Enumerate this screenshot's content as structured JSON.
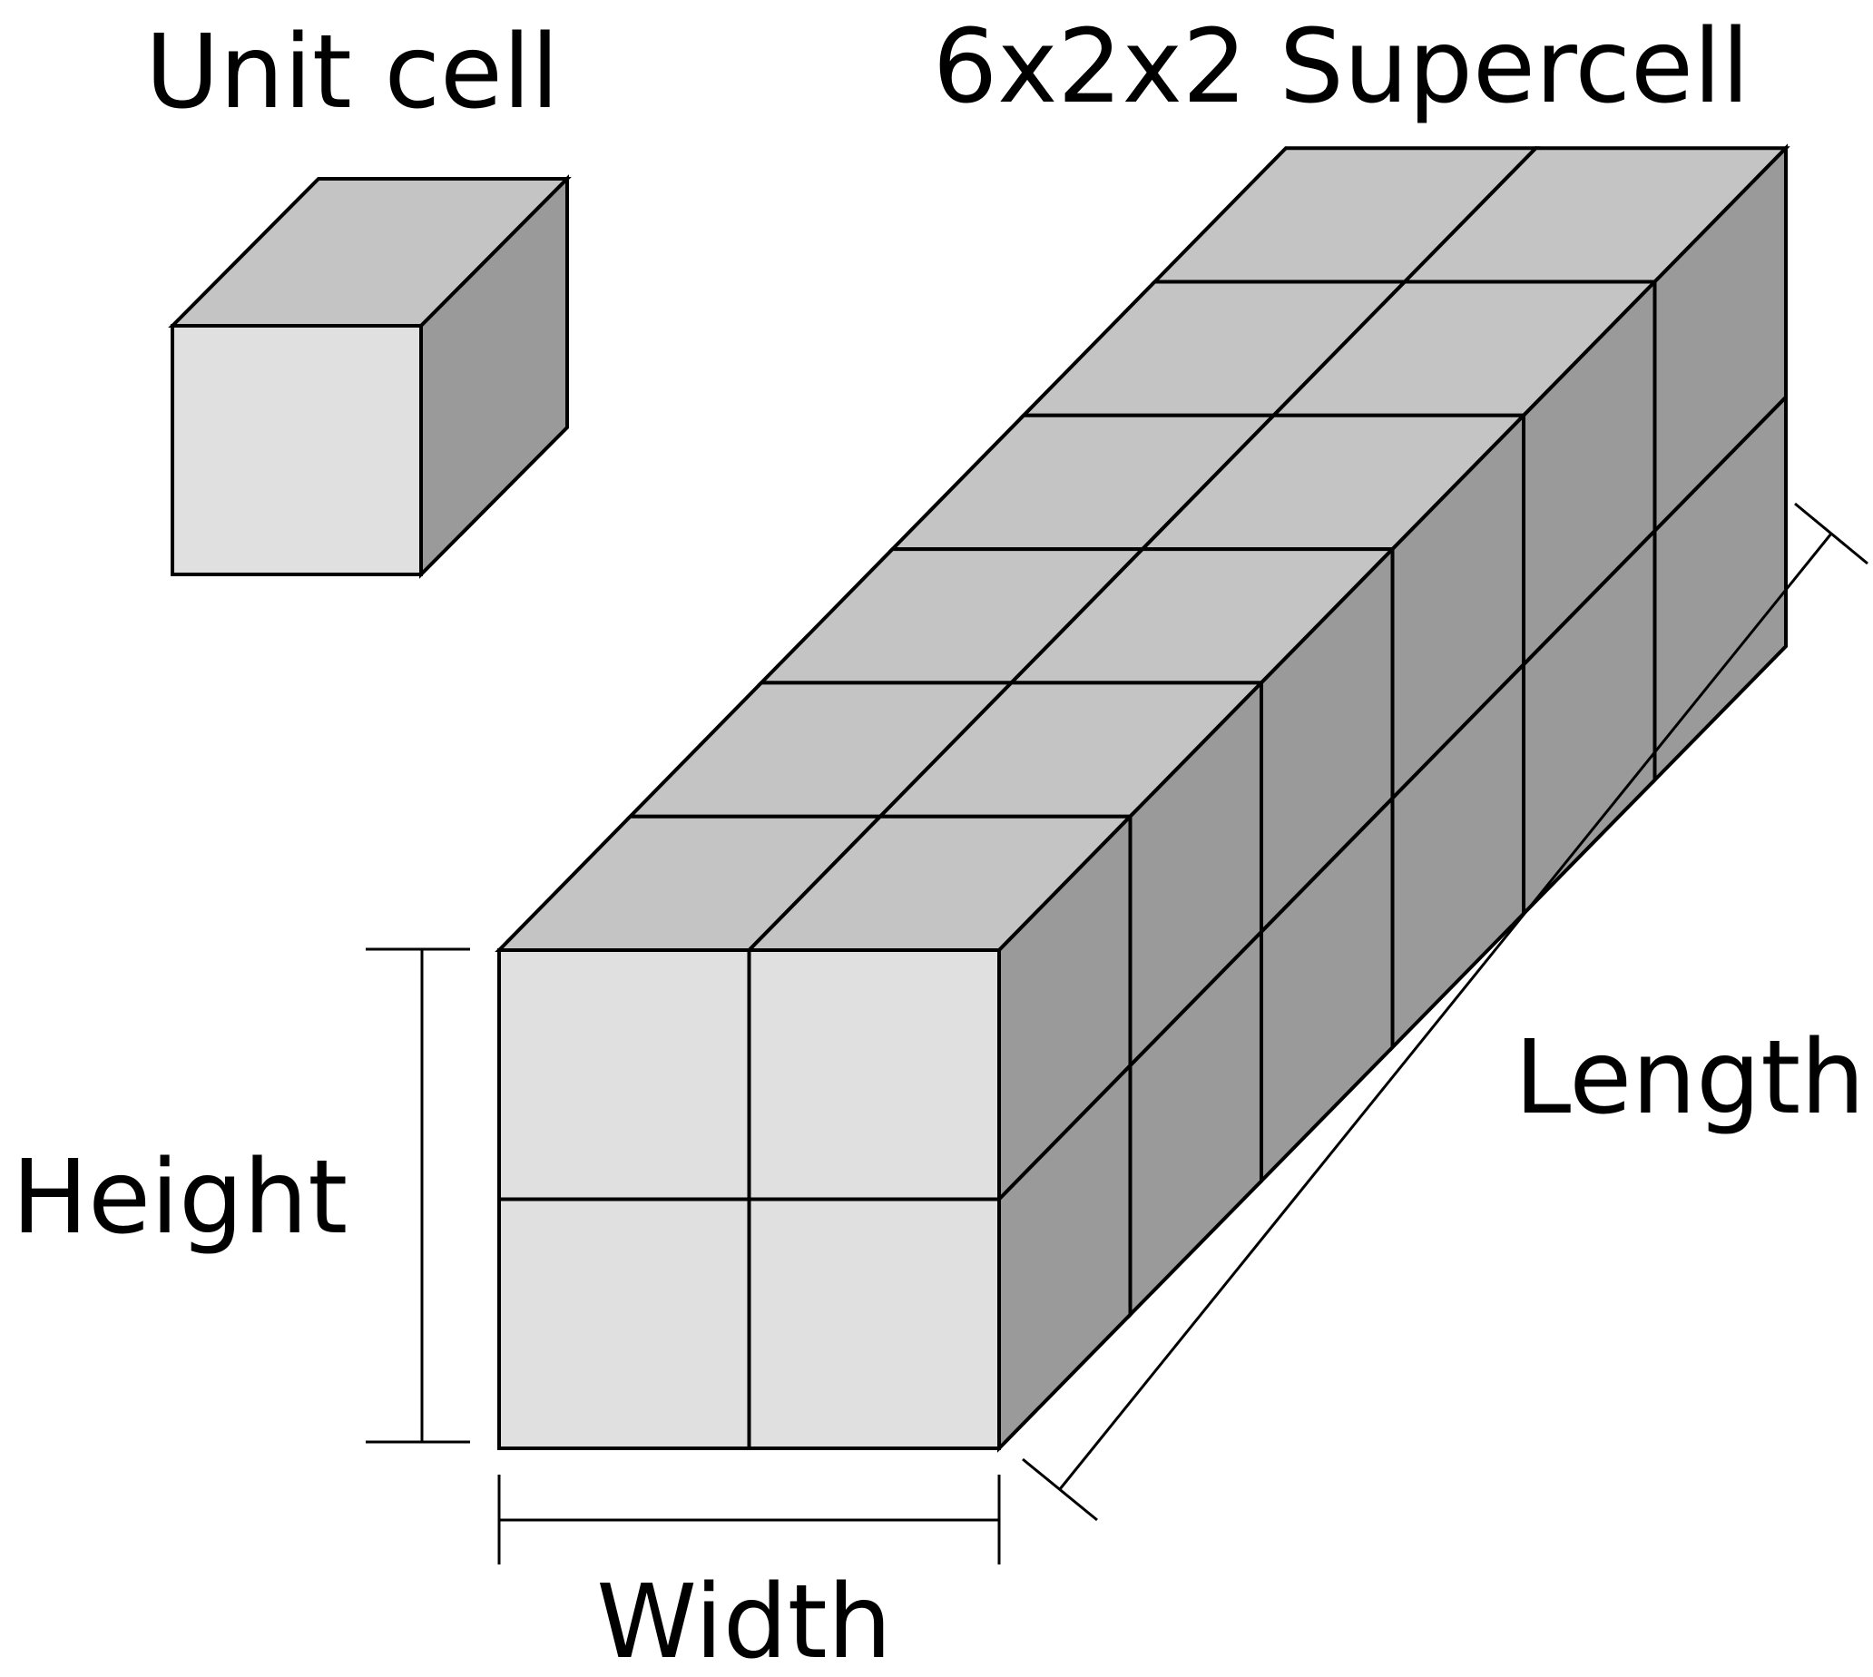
{
  "labels": {
    "unit_cell": "Unit cell",
    "supercell": "6x2x2 Supercell",
    "height": "Height",
    "width": "Width",
    "length": "Length"
  },
  "supercell": {
    "length_cells": 6,
    "width_cells": 2,
    "height_cells": 2
  },
  "colors": {
    "front_face": "#e0e0e0",
    "top_face": "#c4c4c4",
    "side_face": "#9a9a9a",
    "edge": "#000000",
    "background": "#ffffff"
  }
}
